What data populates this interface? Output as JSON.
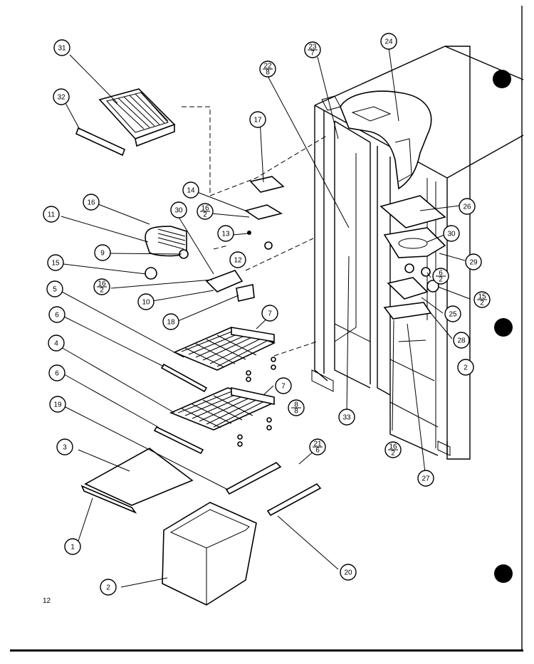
{
  "page_number": "12",
  "callouts": [
    {
      "id": "c31",
      "label": "31"
    },
    {
      "id": "c32",
      "label": "32"
    },
    {
      "id": "c17",
      "label": "17"
    },
    {
      "id": "c22_8",
      "num": "22",
      "den": "8"
    },
    {
      "id": "c23_7",
      "num": "23",
      "den": "7"
    },
    {
      "id": "c24",
      "label": "24"
    },
    {
      "id": "c16a",
      "label": "16"
    },
    {
      "id": "c11",
      "label": "11"
    },
    {
      "id": "c30a",
      "label": "30"
    },
    {
      "id": "c14",
      "label": "14"
    },
    {
      "id": "c16_2a",
      "num": "16",
      "den": "2"
    },
    {
      "id": "c13",
      "label": "13"
    },
    {
      "id": "c12",
      "label": "12"
    },
    {
      "id": "c9",
      "label": "9"
    },
    {
      "id": "c15",
      "label": "15"
    },
    {
      "id": "c16_2b",
      "num": "16",
      "den": "2"
    },
    {
      "id": "c10",
      "label": "10"
    },
    {
      "id": "c18",
      "label": "18"
    },
    {
      "id": "c5",
      "label": "5"
    },
    {
      "id": "c6a",
      "label": "6"
    },
    {
      "id": "c7a",
      "label": "7"
    },
    {
      "id": "c4",
      "label": "4"
    },
    {
      "id": "c7b",
      "label": "7"
    },
    {
      "id": "c8_8",
      "num": "8",
      "den": "8"
    },
    {
      "id": "c6b",
      "label": "6"
    },
    {
      "id": "c19",
      "label": "19"
    },
    {
      "id": "c3",
      "label": "3"
    },
    {
      "id": "c21_6",
      "num": "21",
      "den": "6"
    },
    {
      "id": "c1",
      "label": "1"
    },
    {
      "id": "c2",
      "label": "2"
    },
    {
      "id": "c20",
      "label": "20"
    },
    {
      "id": "c26",
      "label": "26"
    },
    {
      "id": "c30b",
      "label": "30"
    },
    {
      "id": "c29",
      "label": "29"
    },
    {
      "id": "c6_2",
      "num": "6",
      "den": "2"
    },
    {
      "id": "c15_2",
      "num": "15",
      "den": "2"
    },
    {
      "id": "c25",
      "label": "25"
    },
    {
      "id": "c28",
      "label": "28"
    },
    {
      "id": "c2b",
      "label": "2"
    },
    {
      "id": "c33",
      "label": "33"
    },
    {
      "id": "c16_2c",
      "num": "16",
      "den": "2"
    },
    {
      "id": "c27",
      "label": "27"
    }
  ]
}
